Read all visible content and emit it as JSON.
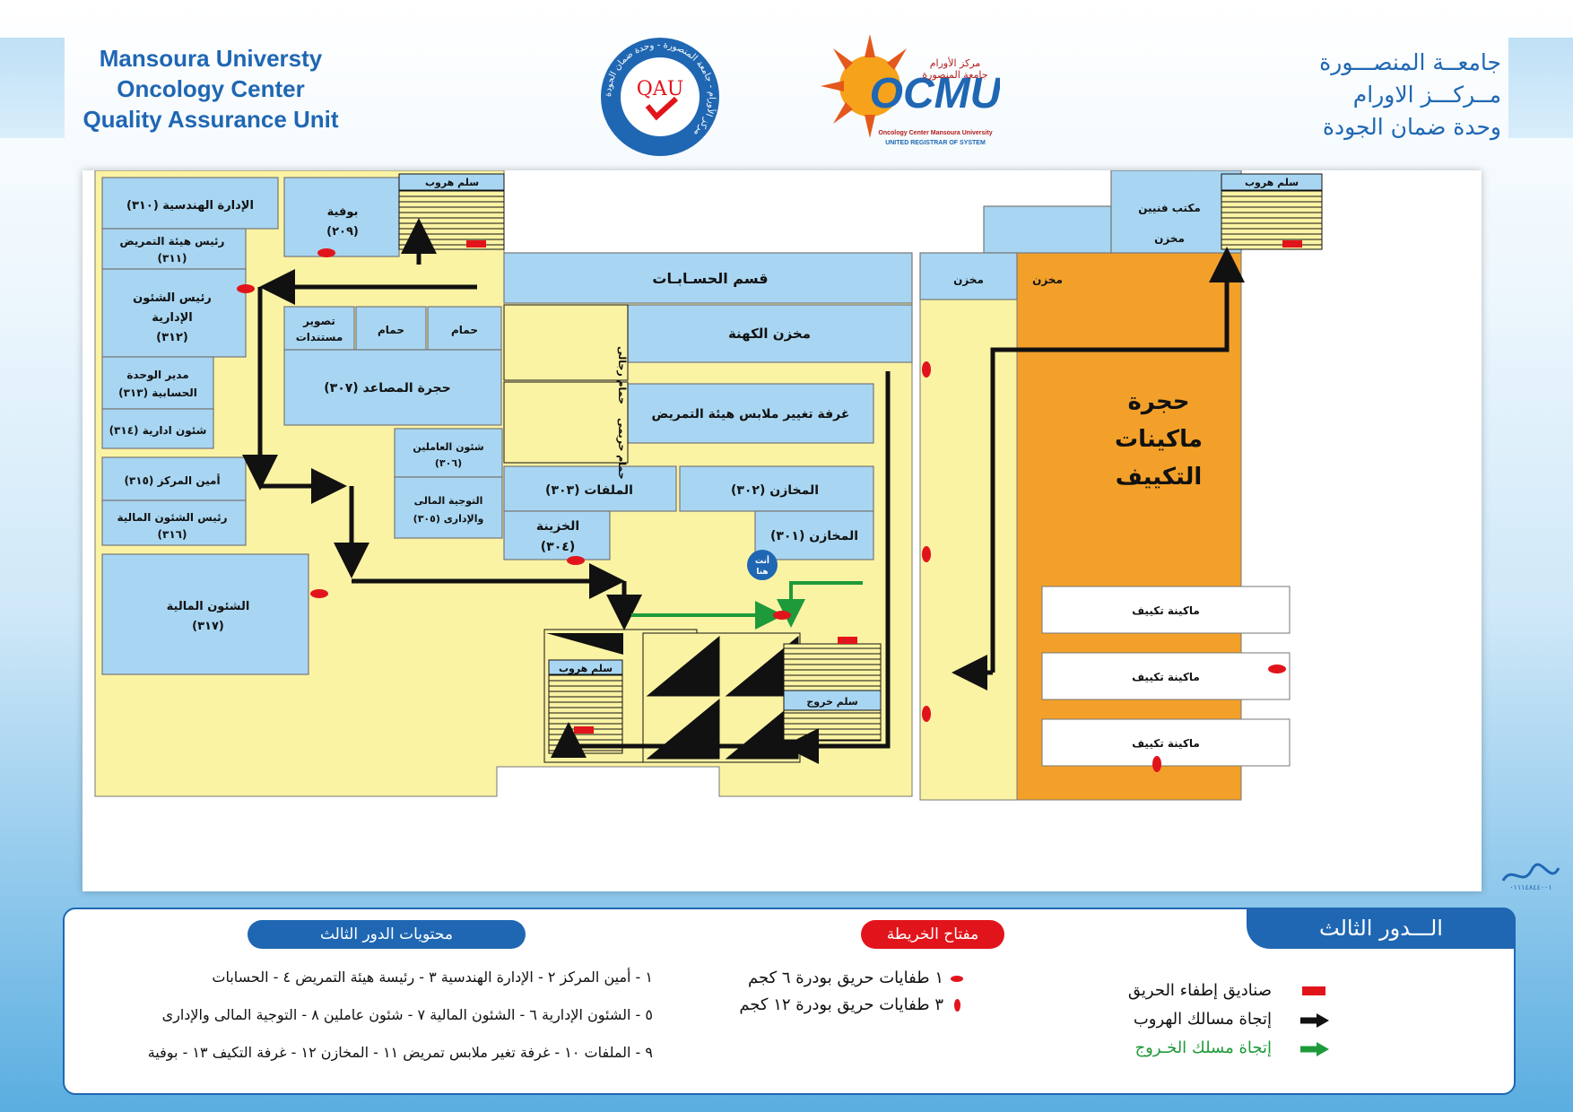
{
  "header": {
    "en_lines": [
      "Mansoura Universty",
      "Oncology Center",
      "Quality Assurance Unit"
    ],
    "ar_lines": [
      "جامعــة المنصـــورة",
      "مــركـــز الاورام",
      "وحدة ضمان الجودة"
    ]
  },
  "logos": {
    "qau": {
      "center_text": "QAU",
      "ring_text": "مركز الأورام - جامعة المنصورة - وحدة ضمان الجودة",
      "icon": "checkmark-icon"
    },
    "ocmu": {
      "brand": "OCMU",
      "ar_line1": "مركز الأورام",
      "ar_line2": "جامعة المنصورة",
      "en_line1": "Oncology Center Mansoura University",
      "en_line2": "UNITED REGISTRAR OF SYSTEM",
      "icon": "sun-icon"
    }
  },
  "rooms": {
    "r310": "الإدارة الهندسية (٣١٠)",
    "r309a": "بوفية",
    "r309b": "(٢٠٩)",
    "stair_a": "سلم هروب",
    "r311a": "رئيس هيئة التمريض",
    "r311b": "(٣١١)",
    "r312a": "رئيس الشئون",
    "r312b": "الإدارية",
    "r312c": "(٣١٢)",
    "r313a": "مدير الوحدة",
    "r313b": "الحسابية (٣١٣)",
    "r314": "شئون ادارية (٣١٤)",
    "r315": "أمين المركز (٣١٥)",
    "r316a": "رئيس الشئون المالية",
    "r316b": "(٣١٦)",
    "r317a": "الشئون المالية",
    "r317b": "(٣١٧)",
    "accounts": "قسم الحسـابـات",
    "copy_a": "تصوير",
    "copy_b": "مستندات",
    "wc1": "حمام",
    "wc2": "حمام",
    "wc_men": "حمام رجالى",
    "wc_women": "حمام حريمى",
    "r307": "حجرة المصاعد (٣٠٧)",
    "r306a": "شئون العاملين",
    "r306b": "(٣٠٦)",
    "r305a": "التوجية المالى",
    "r305b": "والإدارى (٣٠٥)",
    "store_priests": "مخزن الكهنة",
    "nurse_change": "غرفة تغيير ملابس هيئة التمريض",
    "r303": "الملفات (٣٠٣)",
    "r302": "المخازن (٣٠٢)",
    "r304a": "الخزينة",
    "r304b": "(٣٠٤)",
    "r301": "المخازن (٣٠١)",
    "here_a": "أنت",
    "here_b": "هنا",
    "elevator": "مصعد",
    "stair_b": "سلم هروب",
    "exit_stair": "سلم خروج",
    "store1": "مخزن",
    "store2": "مخزن",
    "tech_office": "مكتب فنيين",
    "stair_c": "سلم هروب",
    "ac_room": [
      "حجرة",
      "ماكينات",
      "التكييف"
    ],
    "ac_machine": "ماكينة تكييف"
  },
  "legend": {
    "contents_title": "محتويات الدور الثالث",
    "contents_lines": [
      "١ - أمين المركز   ٢ - الإدارة الهندسية   ٣ - رئيسة هيئة التمريض   ٤ - الحسابات",
      "٥ - الشئون الإدارية   ٦ - الشئون المالية   ٧ - شئون عاملين   ٨ - التوجية المالى والإدارى",
      "٩ - الملفات   ١٠ - غرفة تغير ملابس تمريض   ١١ - المخازن   ١٢ - غرفة التكيف   ١٣ - بوفية"
    ],
    "key_title": "مفتاح الخريطة",
    "key_lines": [
      "١ طفايات حريق بودرة ٦ كجم",
      "٣ طفايات حريق بودرة ١٢ كجم"
    ],
    "floor_title": "الـــدور الثالث",
    "symbols": [
      {
        "label": "صناديق إطفاء الحريق",
        "color": "#e2141b"
      },
      {
        "label": "إتجاة مسالك الهروب",
        "color": "#111111"
      },
      {
        "label": "إتجاة مسلك الخـروج",
        "color": "#1e9a3a"
      }
    ]
  },
  "signature": "٠١١١٤٨٤٤٠٠١",
  "colors": {
    "room": "#a8d6f2",
    "corridor": "#fbf3a4",
    "ac_room": "#f3a02a",
    "brand_blue": "#1f67b3",
    "red": "#e2141b",
    "green": "#1e9a3a"
  }
}
